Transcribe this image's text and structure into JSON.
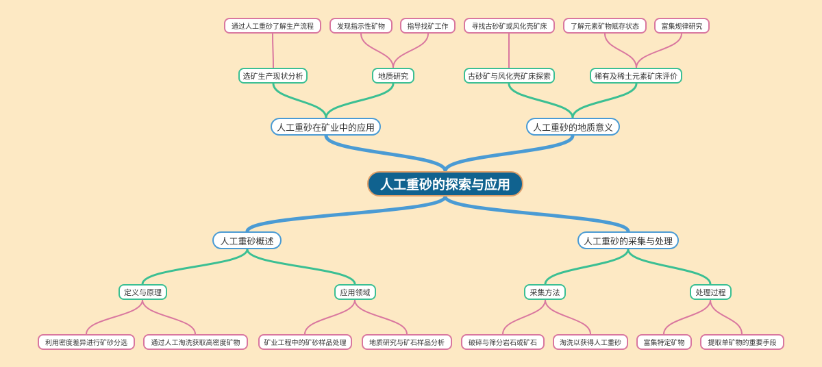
{
  "root": "人工重砂的探索与应用",
  "branches": {
    "mining": {
      "label": "人工重砂在矿业中的应用",
      "dressing": {
        "label": "选矿生产现状分析",
        "items": [
          "通过人工重砂了解生产流程"
        ]
      },
      "geology": {
        "label": "地质研究",
        "items": [
          "发现指示性矿物",
          "指导找矿工作"
        ]
      }
    },
    "significance": {
      "label": "人工重砂的地质意义",
      "placer": {
        "label": "古砂矿与风化壳矿床探索",
        "items": [
          "寻找古砂矿或风化壳矿床"
        ]
      },
      "rare": {
        "label": "稀有及稀土元素矿床评价",
        "items": [
          "了解元素矿物赋存状态",
          "富集规律研究"
        ]
      }
    },
    "overview": {
      "label": "人工重砂概述",
      "definition": {
        "label": "定义与原理",
        "items": [
          "利用密度差异进行矿砂分选",
          "通过人工淘洗获取高密度矿物"
        ]
      },
      "fields": {
        "label": "应用领域",
        "items": [
          "矿业工程中的矿砂样品处理",
          "地质研究与矿石样品分析"
        ]
      }
    },
    "processing": {
      "label": "人工重砂的采集与处理",
      "collection": {
        "label": "采集方法",
        "items": [
          "破碎与筛分岩石或矿石",
          "淘洗以获得人工重砂"
        ]
      },
      "process": {
        "label": "处理过程",
        "items": [
          "富集特定矿物",
          "提取单矿物的重要手段"
        ]
      }
    }
  },
  "colors": {
    "background": "#fde9c4",
    "root_fill": "#10628f",
    "root_border": "#e0a06a",
    "level1": "#4a9bd4",
    "level2": "#3bbf93",
    "level3": "#d9779f"
  }
}
